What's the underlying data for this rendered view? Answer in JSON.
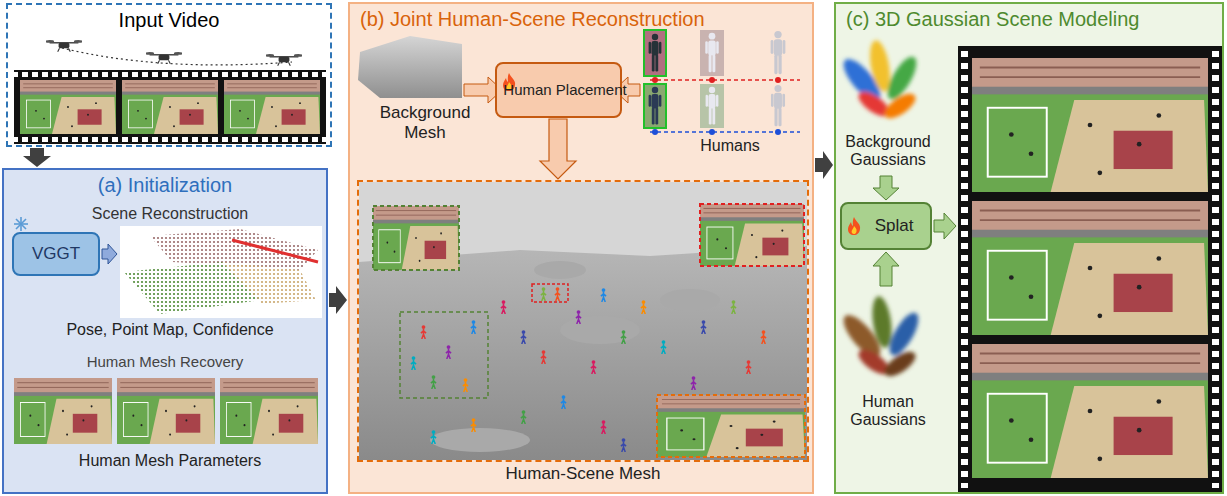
{
  "diagram": {
    "nodes": [
      {
        "text": [
          "Input Video"
        ]
      },
      {
        "text": [
          "(a) Initialization"
        ]
      },
      {
        "text": [
          "VGGT"
        ],
        "in": 1
      },
      {
        "text": [
          "(b) Joint Human-Scene Reconstruction"
        ]
      },
      {
        "text": [
          "Human Placement"
        ],
        "in": 3
      },
      {
        "text": [
          "Human-Scene Mesh"
        ],
        "in": 3
      },
      {
        "text": [
          "(c) 3D Gaussian Scene Modeling"
        ]
      },
      {
        "text": [
          "Splat"
        ],
        "in": 6
      }
    ],
    "edges": [
      {
        "from": 0,
        "to": 1,
        "arrow": "to"
      },
      {
        "from": 1,
        "to": 3,
        "arrow": "to"
      },
      {
        "from": 3,
        "to": 6,
        "arrow": "to"
      },
      {
        "from": 4,
        "to": 5,
        "arrow": "to"
      }
    ],
    "labels": [
      "Scene Reconstruction",
      "Pose, Point Map, Confidence",
      "Human Mesh Recovery",
      "Human Mesh Parameters",
      "Background Mesh",
      "Humans",
      "Background Gaussians",
      "Human Gaussians"
    ]
  }
}
